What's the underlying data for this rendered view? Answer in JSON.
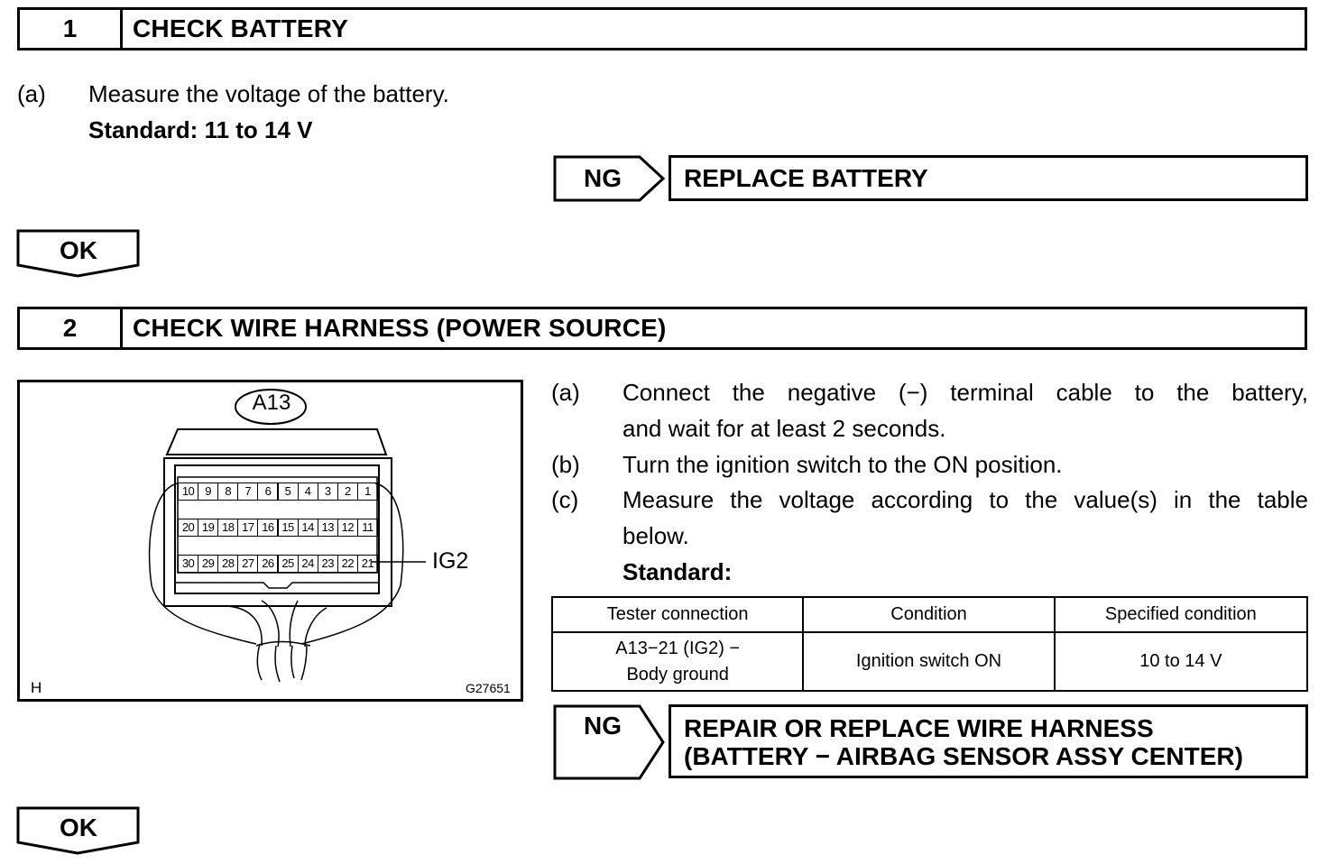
{
  "step1": {
    "number": "1",
    "title": "CHECK BATTERY",
    "a_label": "(a)",
    "a_text": "Measure the voltage of the battery.",
    "standard": "Standard: 11 to 14 V",
    "ng_label": "NG",
    "ng_action": "REPLACE BATTERY",
    "ok_label": "OK"
  },
  "step2": {
    "number": "2",
    "title": "CHECK WIRE HARNESS (POWER SOURCE)",
    "figure": {
      "connector": "A13",
      "pin_label": "IG2",
      "corner_left": "H",
      "figure_code": "G27651",
      "pin_rows": [
        [
          "10",
          "9",
          "8",
          "7",
          "6",
          "5",
          "4",
          "3",
          "2",
          "1"
        ],
        [
          "20",
          "19",
          "18",
          "17",
          "16",
          "15",
          "14",
          "13",
          "12",
          "11"
        ],
        [
          "30",
          "29",
          "28",
          "27",
          "26",
          "25",
          "24",
          "23",
          "22",
          "21"
        ]
      ]
    },
    "instructions": [
      {
        "label": "(a)",
        "line1": "Connect the negative (−) terminal cable to the battery,",
        "line2": "and wait for at least 2 seconds."
      },
      {
        "label": "(b)",
        "line1": "Turn the ignition switch to the ON position.",
        "line2": ""
      },
      {
        "label": "(c)",
        "line1": "Measure the voltage according to the value(s) in the table",
        "line2": "below."
      }
    ],
    "standard_label": "Standard:",
    "table": {
      "headers": [
        "Tester connection",
        "Condition",
        "Specified condition"
      ],
      "row": {
        "connection_line1": "A13−21 (IG2) −",
        "connection_line2": "Body ground",
        "condition": "Ignition switch ON",
        "specified": "10 to 14 V"
      }
    },
    "ng_label": "NG",
    "ng_action_line1": "REPAIR OR REPLACE WIRE HARNESS",
    "ng_action_line2": "(BATTERY − AIRBAG SENSOR ASSY CENTER)",
    "ok_label": "OK"
  }
}
